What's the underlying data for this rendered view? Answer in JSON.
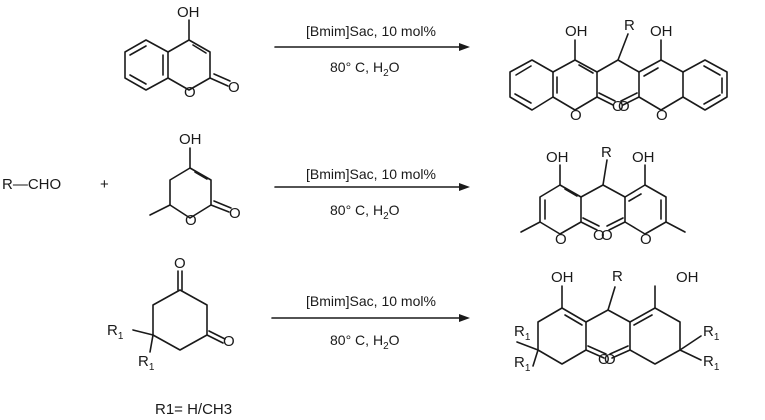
{
  "reagents": {
    "aldehyde": "R—CHO",
    "plus": "+",
    "r1_note": "R1= H/CH3"
  },
  "reactions": [
    {
      "catalyst": "[Bmim]Sac, 10 mol%",
      "conditions": "80° C, H2O"
    },
    {
      "catalyst": "[Bmim]Sac, 10 mol%",
      "conditions": "80° C, H2O"
    },
    {
      "catalyst": "[Bmim]Sac, 10 mol%",
      "conditions": "80° C, H2O"
    }
  ],
  "atoms": {
    "oh": "OH",
    "o": "O",
    "r": "R",
    "r1": "R1"
  }
}
